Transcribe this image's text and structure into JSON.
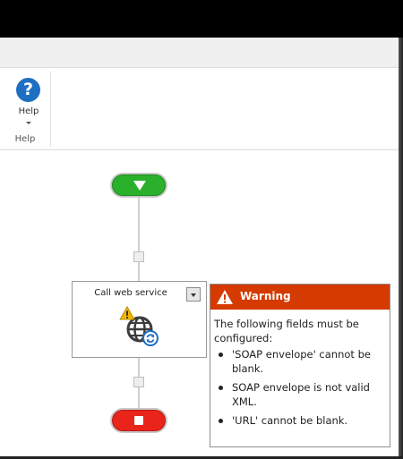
{
  "ribbon": {
    "help_button_label": "Help",
    "group_label": "Help",
    "help_icon_glyph": "?"
  },
  "flow": {
    "action": {
      "title": "Call web service",
      "icon": "web-service-globe-icon",
      "status_icon": "warning-triangle-icon"
    }
  },
  "warning": {
    "title": "Warning",
    "intro": "The following fields must be configured:",
    "items": [
      "'SOAP envelope' cannot be blank.",
      "SOAP envelope is not valid XML.",
      "'URL' cannot be blank."
    ]
  },
  "colors": {
    "start": "#2bb02b",
    "stop": "#e8241b",
    "warning_header": "#d53a00",
    "help_icon": "#1e6fc2"
  }
}
